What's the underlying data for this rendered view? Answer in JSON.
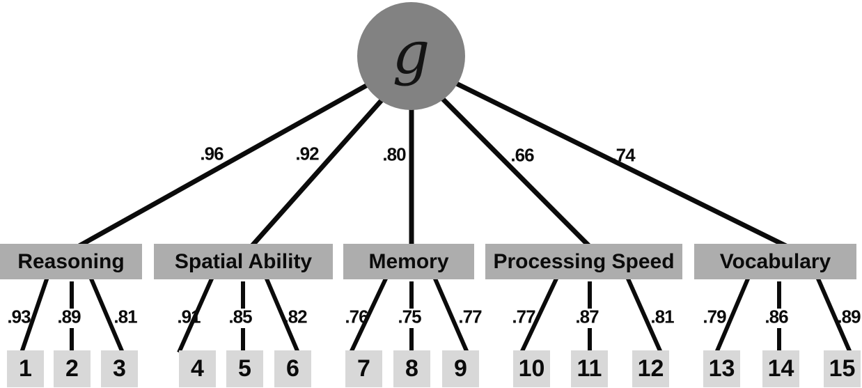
{
  "diagram": {
    "type": "hierarchical-factor-model-path-diagram",
    "general_factor": {
      "label": "g"
    },
    "factors": [
      {
        "label": "Reasoning",
        "g_loading": ".96",
        "items": [
          {
            "label": "1",
            "loading": ".93"
          },
          {
            "label": "2",
            "loading": ".89"
          },
          {
            "label": "3",
            "loading": ".81"
          }
        ]
      },
      {
        "label": "Spatial Ability",
        "g_loading": ".92",
        "items": [
          {
            "label": "4",
            "loading": ".91"
          },
          {
            "label": "5",
            "loading": ".85"
          },
          {
            "label": "6",
            "loading": ".82"
          }
        ]
      },
      {
        "label": "Memory",
        "g_loading": ".80",
        "items": [
          {
            "label": "7",
            "loading": ".76"
          },
          {
            "label": "8",
            "loading": ".75"
          },
          {
            "label": "9",
            "loading": ".77"
          }
        ]
      },
      {
        "label": "Processing Speed",
        "g_loading": ".66",
        "items": [
          {
            "label": "10",
            "loading": ".77"
          },
          {
            "label": "11",
            "loading": ".87"
          },
          {
            "label": "12",
            "loading": ".81"
          }
        ]
      },
      {
        "label": "Vocabulary",
        "g_loading": ".74",
        "items": [
          {
            "label": "13",
            "loading": ".79"
          },
          {
            "label": "14",
            "loading": ".86"
          },
          {
            "label": "15",
            "loading": ".89"
          }
        ]
      }
    ],
    "colors": {
      "g_node_fill": "#828282",
      "factor_box_fill": "#adadad",
      "item_box_fill": "#d8d8d8",
      "line": "#0b0b0b",
      "text": "#0b0b0b",
      "background": "#ffffff"
    }
  }
}
